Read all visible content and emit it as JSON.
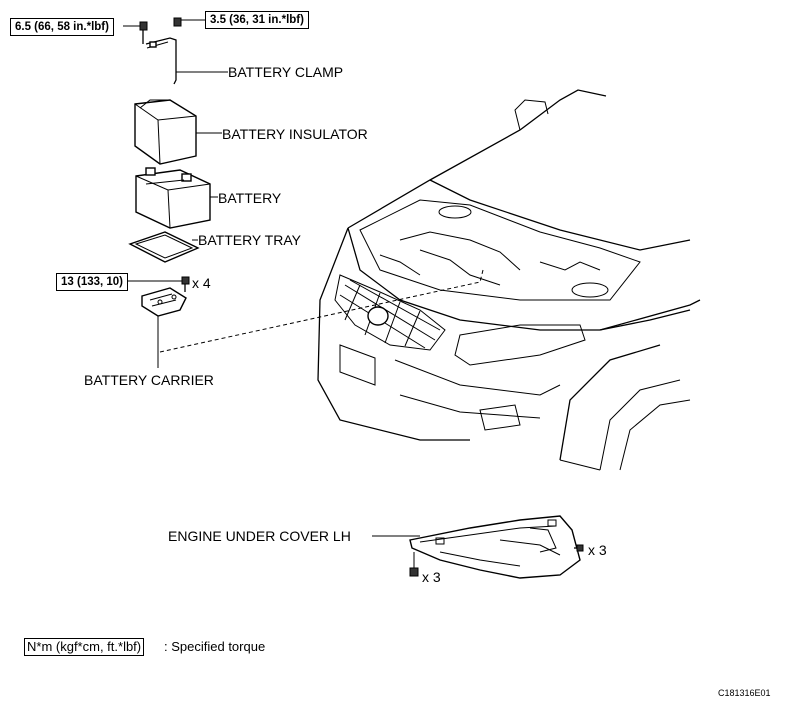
{
  "torque_specs": {
    "clamp_bolt": "6.5 (66, 58 in.*lbf)",
    "clamp_nut": "3.5 (36, 31 in.*lbf)",
    "carrier_bolt": "13 (133, 10)"
  },
  "labels": {
    "battery_clamp": "BATTERY CLAMP",
    "battery_insulator": "BATTERY INSULATOR",
    "battery": "BATTERY",
    "battery_tray": "BATTERY TRAY",
    "battery_carrier": "BATTERY CARRIER",
    "engine_under_cover": "ENGINE UNDER COVER LH"
  },
  "quantities": {
    "carrier_bolts": "x 4",
    "cover_screws": "x 3",
    "cover_clips": "x 3"
  },
  "legend": {
    "unit": "N*m (kgf*cm, ft.*lbf)",
    "description": ": Specified torque"
  },
  "figure_code": "C181316E01"
}
